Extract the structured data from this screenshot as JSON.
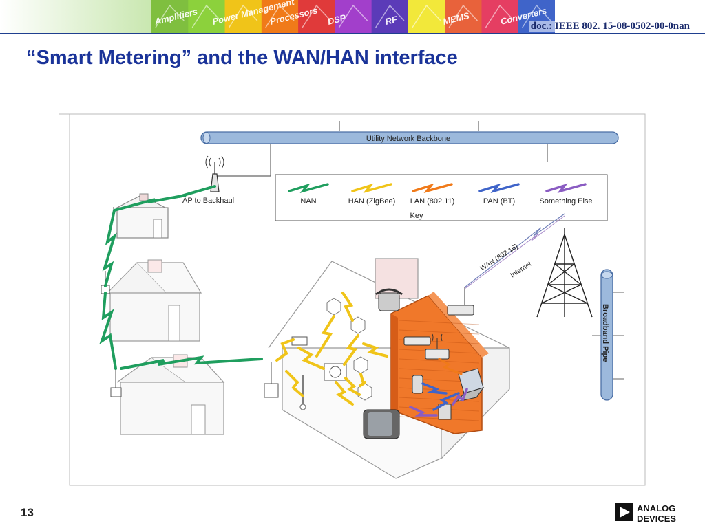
{
  "header": {
    "doc_id": "doc.: IEEE 802. 15-08-0502-00-0nan",
    "banner_words": [
      "Amplifiers",
      "Power Management",
      "Processors",
      "DSP",
      "RF",
      "MEMS",
      "Converters"
    ],
    "banner_colors": [
      "#7fbf3f",
      "#8cd13c",
      "#f0c419",
      "#f07a19",
      "#e03a3a",
      "#a23fcb",
      "#5b3bb8",
      "#f2e83a",
      "#e8623b",
      "#e53e62",
      "#3f64c9"
    ]
  },
  "slide": {
    "title": "“Smart Metering” and the WAN/HAN interface",
    "page_number": "13"
  },
  "diagram": {
    "backbone_label": "Utility Network Backbone",
    "ap_label": "AP to Backhaul",
    "key": {
      "title": "Key",
      "items": [
        {
          "label": "NAN",
          "color": "#1f9e5e"
        },
        {
          "label": "HAN (ZigBee)",
          "color": "#f0c419"
        },
        {
          "label": "LAN (802.11)",
          "color": "#f07a19"
        },
        {
          "label": "PAN (BT)",
          "color": "#3f64c9"
        },
        {
          "label": "Something Else",
          "color": "#8a5cc2"
        }
      ]
    },
    "wan_label": "WAN (802.16)",
    "internet_label": "Internet",
    "broadband_label": "Broadband Pipe",
    "colors": {
      "nan": "#1f9e5e",
      "han": "#f0c419",
      "lan": "#f07a19",
      "pan": "#3f64c9",
      "other": "#8a5cc2",
      "pipe": "#9cb9dc",
      "orange_wall": "#f0782a"
    }
  },
  "footer": {
    "logo_line1": "ANALOG",
    "logo_line2": "DEVICES"
  }
}
